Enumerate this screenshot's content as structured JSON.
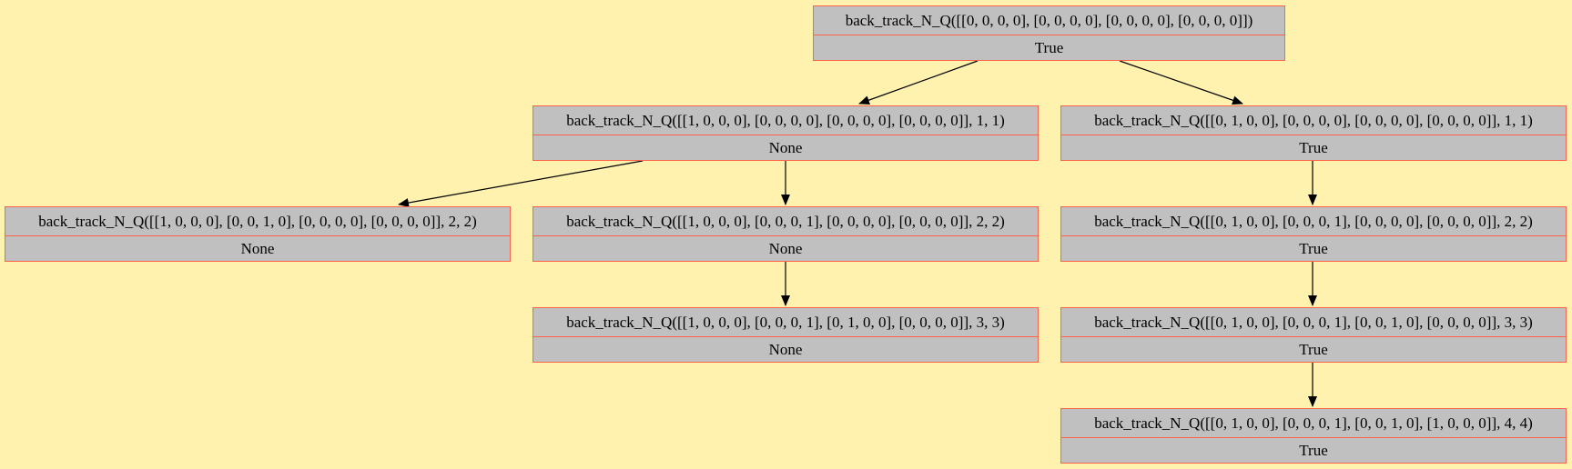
{
  "diagram": {
    "type": "recursion-tree",
    "nodes": [
      {
        "id": "n0",
        "call": "back_track_N_Q([[0, 0, 0, 0], [0, 0, 0, 0], [0, 0, 0, 0], [0, 0, 0, 0]])",
        "result": "True"
      },
      {
        "id": "n1",
        "call": "back_track_N_Q([[1, 0, 0, 0], [0, 0, 0, 0], [0, 0, 0, 0], [0, 0, 0, 0]], 1, 1)",
        "result": "None"
      },
      {
        "id": "n2",
        "call": "back_track_N_Q([[0, 1, 0, 0], [0, 0, 0, 0], [0, 0, 0, 0], [0, 0, 0, 0]], 1, 1)",
        "result": "True"
      },
      {
        "id": "n3",
        "call": "back_track_N_Q([[1, 0, 0, 0], [0, 0, 1, 0], [0, 0, 0, 0], [0, 0, 0, 0]], 2, 2)",
        "result": "None"
      },
      {
        "id": "n4",
        "call": "back_track_N_Q([[1, 0, 0, 0], [0, 0, 0, 1], [0, 0, 0, 0], [0, 0, 0, 0]], 2, 2)",
        "result": "None"
      },
      {
        "id": "n5",
        "call": "back_track_N_Q([[0, 1, 0, 0], [0, 0, 0, 1], [0, 0, 0, 0], [0, 0, 0, 0]], 2, 2)",
        "result": "True"
      },
      {
        "id": "n6",
        "call": "back_track_N_Q([[1, 0, 0, 0], [0, 0, 0, 1], [0, 1, 0, 0], [0, 0, 0, 0]], 3, 3)",
        "result": "None"
      },
      {
        "id": "n7",
        "call": "back_track_N_Q([[0, 1, 0, 0], [0, 0, 0, 1], [0, 0, 1, 0], [0, 0, 0, 0]], 3, 3)",
        "result": "True"
      },
      {
        "id": "n8",
        "call": "back_track_N_Q([[0, 1, 0, 0], [0, 0, 0, 1], [0, 0, 1, 0], [1, 0, 0, 0]], 4, 4)",
        "result": "True"
      }
    ],
    "edges": [
      {
        "from": "n0",
        "to": "n1"
      },
      {
        "from": "n0",
        "to": "n2"
      },
      {
        "from": "n1",
        "to": "n3"
      },
      {
        "from": "n1",
        "to": "n4"
      },
      {
        "from": "n2",
        "to": "n5"
      },
      {
        "from": "n4",
        "to": "n6"
      },
      {
        "from": "n5",
        "to": "n7"
      },
      {
        "from": "n7",
        "to": "n8"
      }
    ],
    "colors": {
      "background": "#fff2ae",
      "node_fill": "#c0c0c0",
      "node_border": "#ff6347",
      "edge": "#000000"
    }
  }
}
